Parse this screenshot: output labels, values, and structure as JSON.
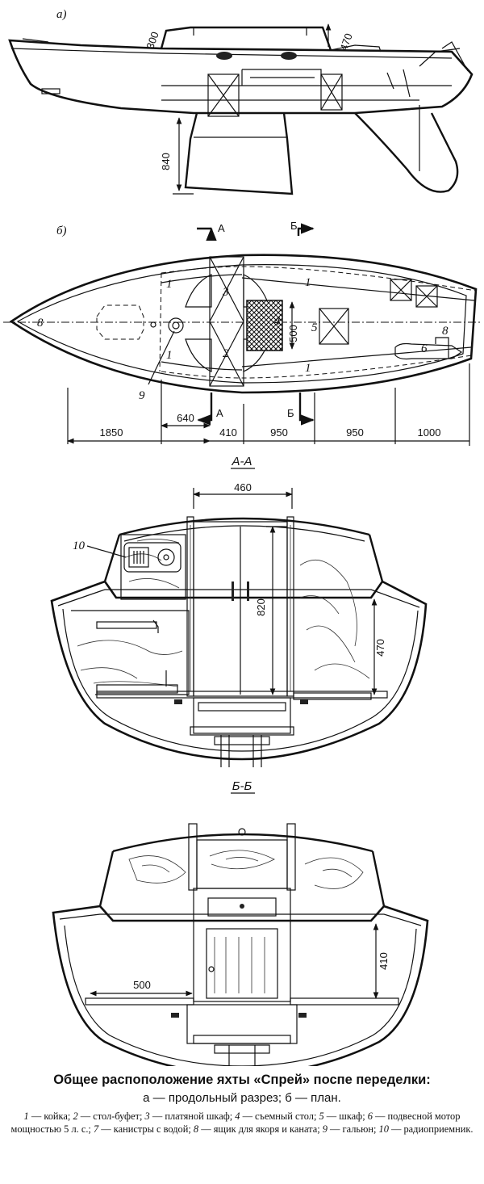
{
  "views": {
    "profile_label": "а)",
    "plan_label": "б)",
    "section_aa_title": "А-А",
    "section_bb_title": "Б-Б",
    "marker_a": "А",
    "marker_b": "Б"
  },
  "profile_dims": [
    "300",
    "470",
    "840"
  ],
  "plan_dims": {
    "width_500": "500",
    "d640": "640",
    "bottom": [
      "1850",
      "410",
      "950",
      "950",
      "1000"
    ]
  },
  "plan_callouts": [
    "1",
    "1",
    "1",
    "1",
    "2",
    "3",
    "4",
    "5",
    "6",
    "8",
    "8",
    "9"
  ],
  "section_aa_dims": [
    "460",
    "820",
    "470"
  ],
  "section_aa_callout": "10",
  "section_bb_dims": [
    "500",
    "410"
  ],
  "caption": {
    "title": "Общее распоположение яхты «Спрей» поспе переделки:",
    "subtitle": "а — продольный разрез; б — план.",
    "legend": [
      {
        "n": "1",
        "t": "— койка;"
      },
      {
        "n": "2",
        "t": "— стол-буфет;"
      },
      {
        "n": "3",
        "t": "— платяной шкаф;"
      },
      {
        "n": "4",
        "t": "— съемный стол;"
      },
      {
        "n": "5",
        "t": "— шкаф;"
      },
      {
        "n": "6",
        "t": "— подвесной мотор мощностью 5 л. с.;"
      },
      {
        "n": "7",
        "t": "— канистры с водой;"
      },
      {
        "n": "8",
        "t": "— ящик для якоря и каната;"
      },
      {
        "n": "9",
        "t": "— гальюн;"
      },
      {
        "n": "10",
        "t": "— радиоприемник."
      }
    ]
  }
}
